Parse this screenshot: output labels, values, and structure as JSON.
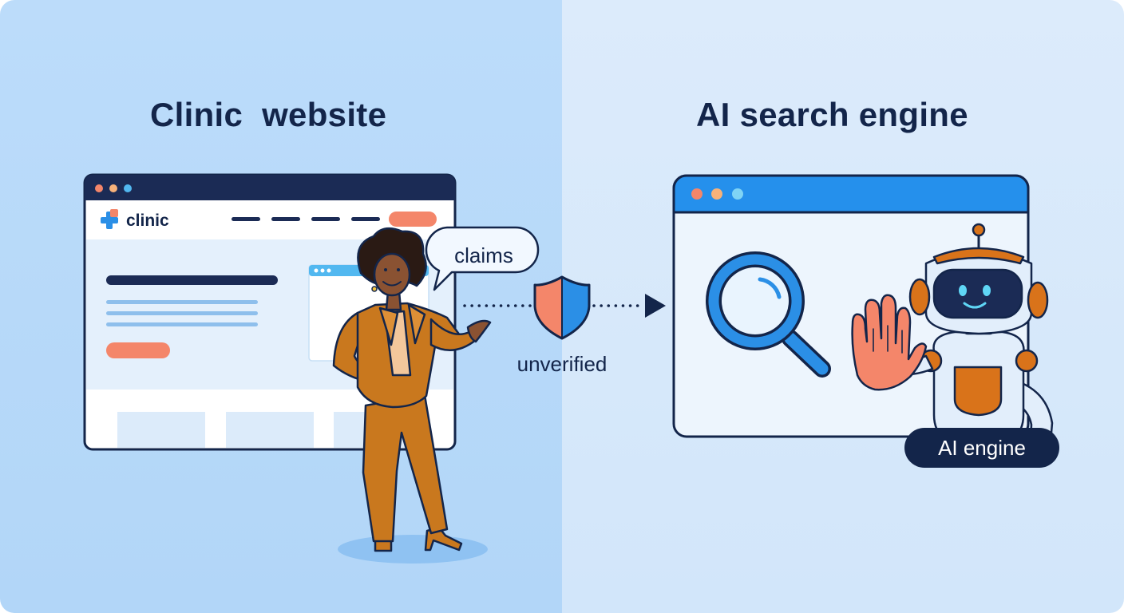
{
  "left_panel": {
    "title": "Clinic  website"
  },
  "right_panel": {
    "title": "AI search engine"
  },
  "clinic_site": {
    "logo_text": "clinic"
  },
  "speech_bubble": {
    "text": "claims"
  },
  "shield": {
    "label": "unverified"
  },
  "robot": {
    "badge_text": "AI engine"
  },
  "colors": {
    "navy": "#13254a",
    "accent_orange": "#f4866a",
    "browser_blue": "#2590ec",
    "robot_orange": "#d9731a",
    "suit_brown": "#c9781e"
  },
  "icons": [
    "medical-cross-icon",
    "shield-icon",
    "arrow-right-icon",
    "magnifier-icon",
    "hand-stop-icon"
  ]
}
